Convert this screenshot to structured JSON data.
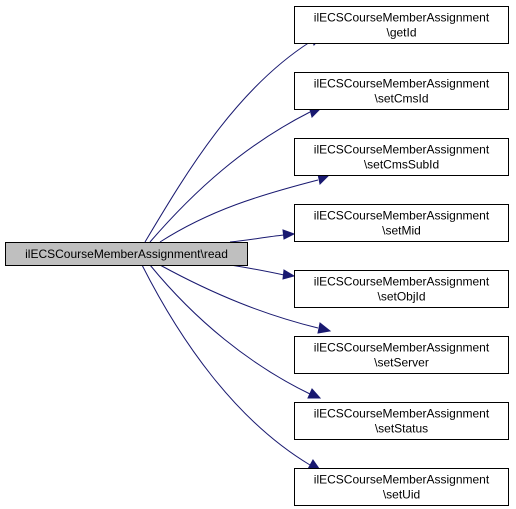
{
  "root": {
    "label": "ilECSCourseMemberAssignment\\read"
  },
  "callees": [
    {
      "line1": "ilECSCourseMemberAssignment",
      "line2": "\\getId"
    },
    {
      "line1": "ilECSCourseMemberAssignment",
      "line2": "\\setCmsId"
    },
    {
      "line1": "ilECSCourseMemberAssignment",
      "line2": "\\setCmsSubId"
    },
    {
      "line1": "ilECSCourseMemberAssignment",
      "line2": "\\setMid"
    },
    {
      "line1": "ilECSCourseMemberAssignment",
      "line2": "\\setObjId"
    },
    {
      "line1": "ilECSCourseMemberAssignment",
      "line2": "\\setServer"
    },
    {
      "line1": "ilECSCourseMemberAssignment",
      "line2": "\\setStatus"
    },
    {
      "line1": "ilECSCourseMemberAssignment",
      "line2": "\\setUid"
    }
  ],
  "colors": {
    "edge": "#191970",
    "root_fill": "#bfbfbf",
    "node_fill": "#ffffff",
    "border": "#000000"
  }
}
